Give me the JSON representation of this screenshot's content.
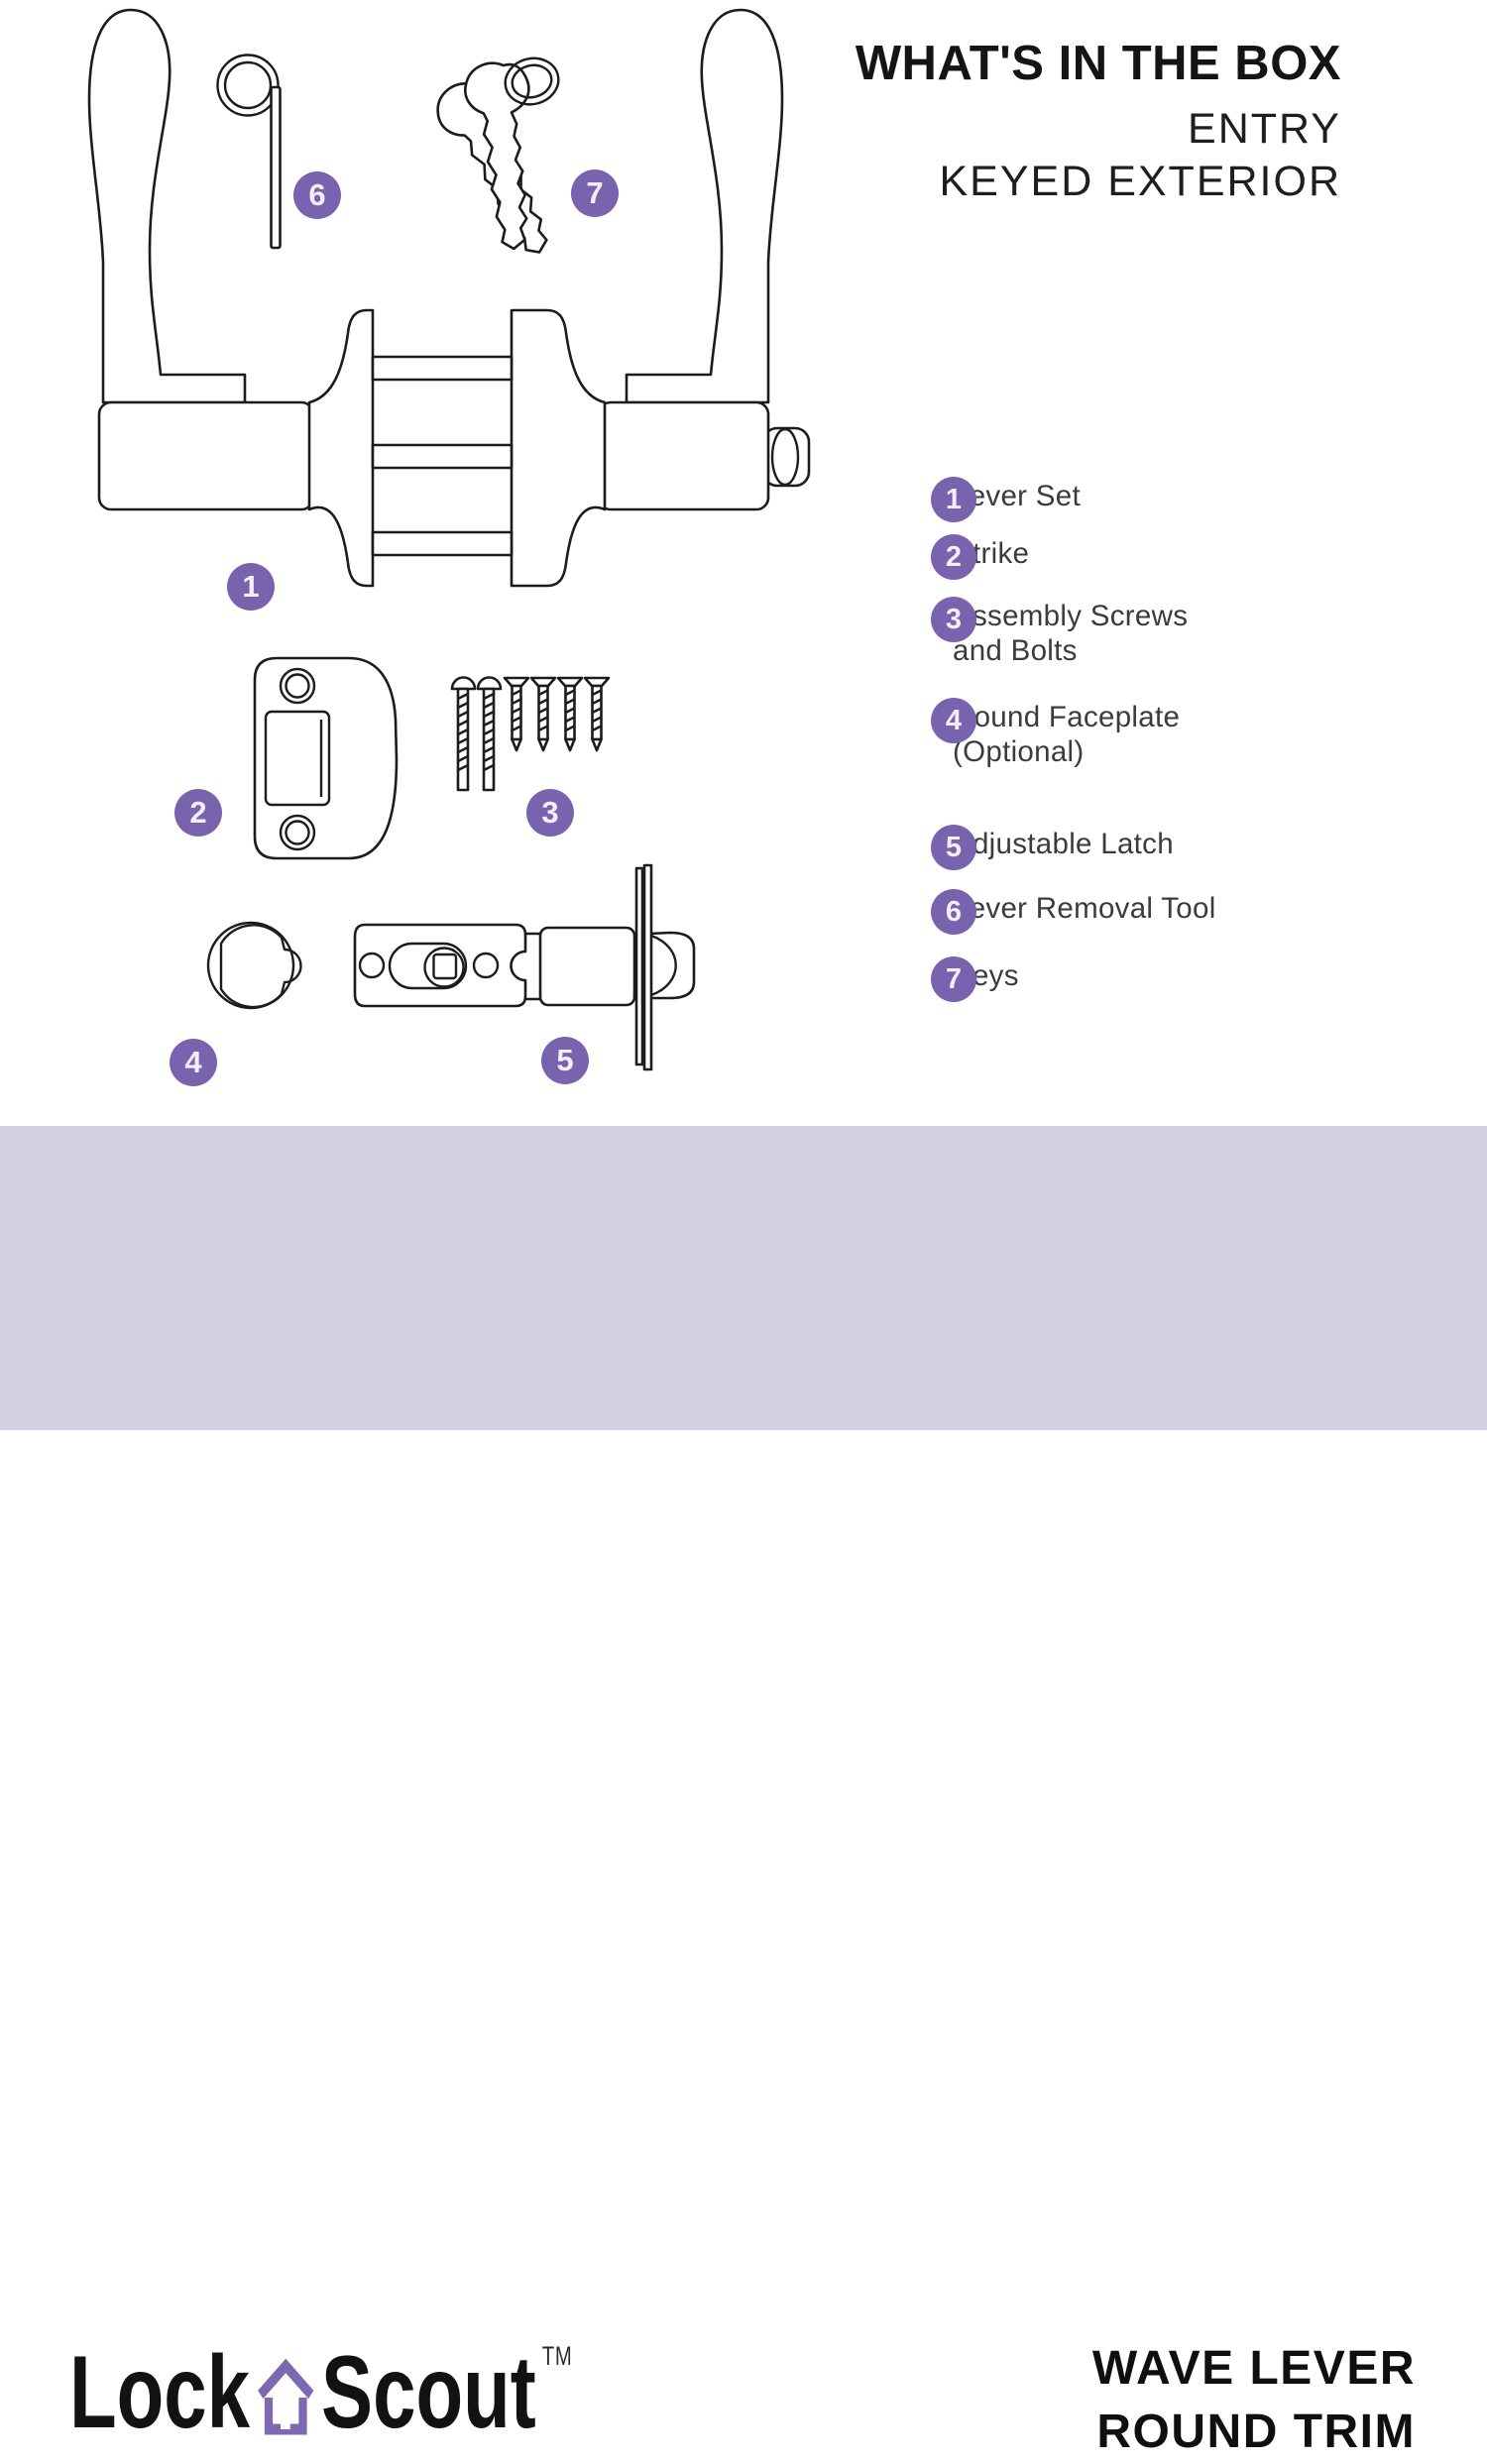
{
  "header": {
    "title": "WHAT'S IN THE BOX",
    "subtitle_line1": "ENTRY",
    "subtitle_line2": "KEYED EXTERIOR"
  },
  "box_items": [
    {
      "number": "1",
      "line1": "Lever Set"
    },
    {
      "number": "2",
      "line1": "Strike"
    },
    {
      "number": "3",
      "line1": "Assembly Screws",
      "line2": "and Bolts"
    },
    {
      "number": "4",
      "line1": "Round Faceplate",
      "line2": "(Optional)"
    },
    {
      "number": "5",
      "line1": "Adjustable Latch"
    },
    {
      "number": "6",
      "line1": "Lever Removal Tool"
    },
    {
      "number": "7",
      "line1": "Keys"
    }
  ],
  "diagram": {
    "parts": [
      "lever set",
      "strike",
      "assembly screws and bolts",
      "round faceplate",
      "adjustable latch",
      "lever removal tool",
      "keys"
    ]
  },
  "footer": {
    "brand_first": "Lock",
    "brand_second": "Scout",
    "trademark": "TM",
    "product_line1": "WAVE LEVER",
    "product_line2": "ROUND TRIM"
  },
  "colors": {
    "accent_purple": "#7A63AE",
    "badge_text": "#F2EEFA",
    "banner_lavender": "#D5CFE2",
    "line_color": "#1C1C1C",
    "heading_text": "#141414",
    "list_text": "#3B3B3B"
  },
  "icons": {
    "brand_logo": "house-icon"
  }
}
